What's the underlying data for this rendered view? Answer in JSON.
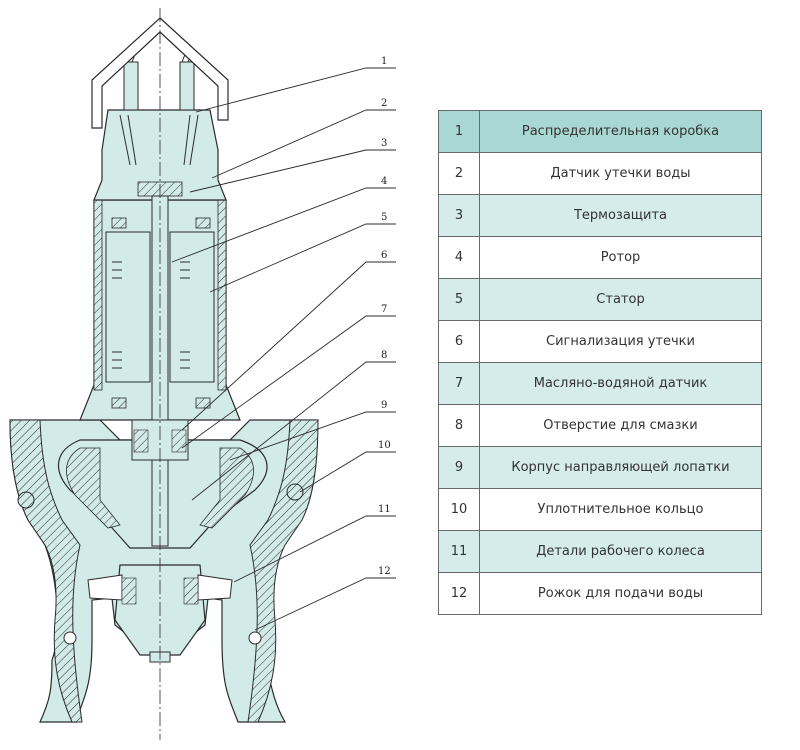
{
  "parts": [
    {
      "num": "1",
      "name": "Распределительная коробка"
    },
    {
      "num": "2",
      "name": "Датчик утечки воды"
    },
    {
      "num": "3",
      "name": "Термозащита"
    },
    {
      "num": "4",
      "name": "Ротор"
    },
    {
      "num": "5",
      "name": "Статор"
    },
    {
      "num": "6",
      "name": "Сигнализация утечки"
    },
    {
      "num": "7",
      "name": "Масляно-водяной датчик"
    },
    {
      "num": "8",
      "name": "Отверстие для смазки"
    },
    {
      "num": "9",
      "name": "Корпус направляющей лопатки"
    },
    {
      "num": "10",
      "name": "Уплотнительное кольцо"
    },
    {
      "num": "11",
      "name": "Детали рабочего колеса"
    },
    {
      "num": "12",
      "name": "Рожок для подачи воды"
    }
  ],
  "colors": {
    "fill": "#d2ebe9",
    "highlight_row": "#a9d7d3",
    "shaded_row": "#d6ecea",
    "line": "#2b2b2b"
  }
}
